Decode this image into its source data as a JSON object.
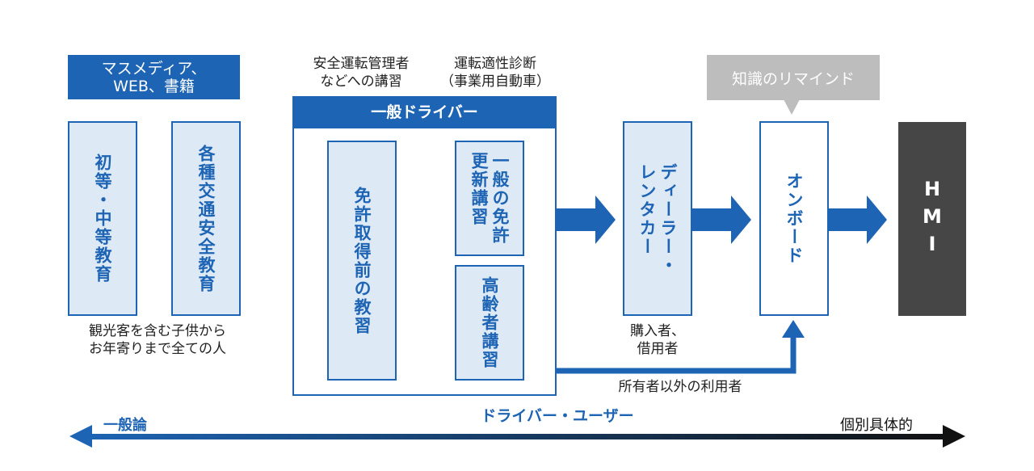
{
  "colors": {
    "accent": "#1d64b4",
    "box_fill": "#dde9f5",
    "hmi": "#464646",
    "bubble": "#bdbdbd"
  },
  "media_header": "マスメディア、\nWEB、書籍",
  "box_elementary": "初等・中等教育",
  "box_traffic": "各種交通安全教育",
  "note_visitors": "観光客を含む子供から\nお年寄りまで全ての人",
  "note_safety_admin": "安全運転管理者\nなどへの講習",
  "note_aptitude": "運転適性診断\n（事業用自動車）",
  "driver_header": "一般ドライバー",
  "box_prelicense": "免許取得前の教習",
  "box_renewal": "一般の免許\n更新講習",
  "box_elderly": "高齢者講習",
  "box_dealer": "ディーラー・\nレンタカー",
  "note_buyers": "購入者、\n借用者",
  "bubble_reminder": "知識のリマインド",
  "box_onboard": "オンボード",
  "box_hmi": "HMI",
  "note_non_owner": "所有者以外の利用者",
  "label_driver_user": "ドライバー・ユーザー",
  "axis": {
    "left": "一般論",
    "right": "個別具体的"
  }
}
